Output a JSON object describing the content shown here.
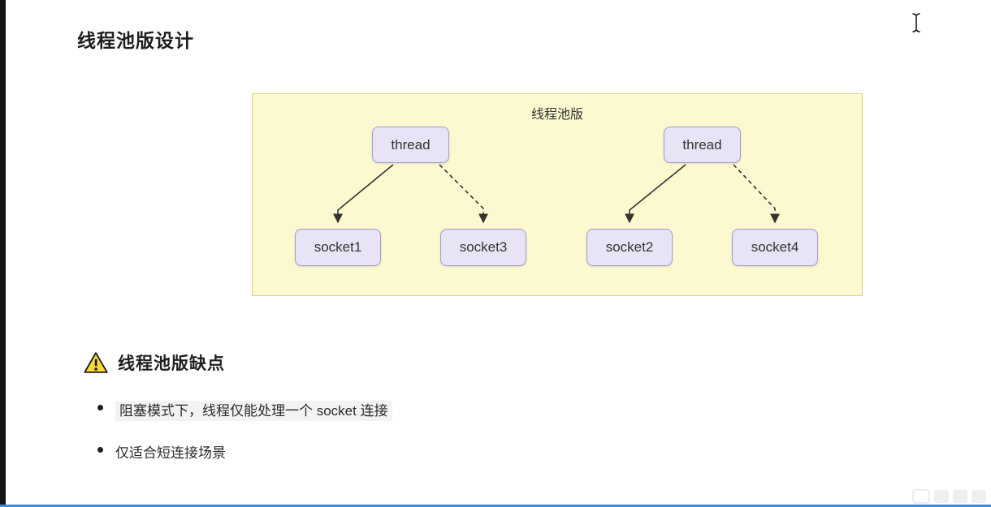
{
  "page": {
    "title": "线程池版设计"
  },
  "diagram": {
    "label": "线程池版",
    "nodes": [
      {
        "id": "thread-1",
        "label": "thread"
      },
      {
        "id": "thread-2",
        "label": "thread"
      },
      {
        "id": "socket-1",
        "label": "socket1"
      },
      {
        "id": "socket-3",
        "label": "socket3"
      },
      {
        "id": "socket-2",
        "label": "socket2"
      },
      {
        "id": "socket-4",
        "label": "socket4"
      }
    ],
    "edges": [
      {
        "from": "thread-1",
        "to": "socket-1",
        "style": "solid"
      },
      {
        "from": "thread-1",
        "to": "socket-3",
        "style": "dashed"
      },
      {
        "from": "thread-2",
        "to": "socket-2",
        "style": "solid"
      },
      {
        "from": "thread-2",
        "to": "socket-4",
        "style": "dashed"
      }
    ],
    "colors": {
      "panel_bg": "#fcf9d0",
      "panel_border": "#ddd37f",
      "node_bg": "#e8e4f6",
      "node_border": "#a39bce",
      "edge": "#333333"
    }
  },
  "warning": {
    "title": "线程池版缺点",
    "bullets": [
      "阻塞模式下，线程仅能处理一个 socket 连接",
      "仅适合短连接场景"
    ]
  }
}
